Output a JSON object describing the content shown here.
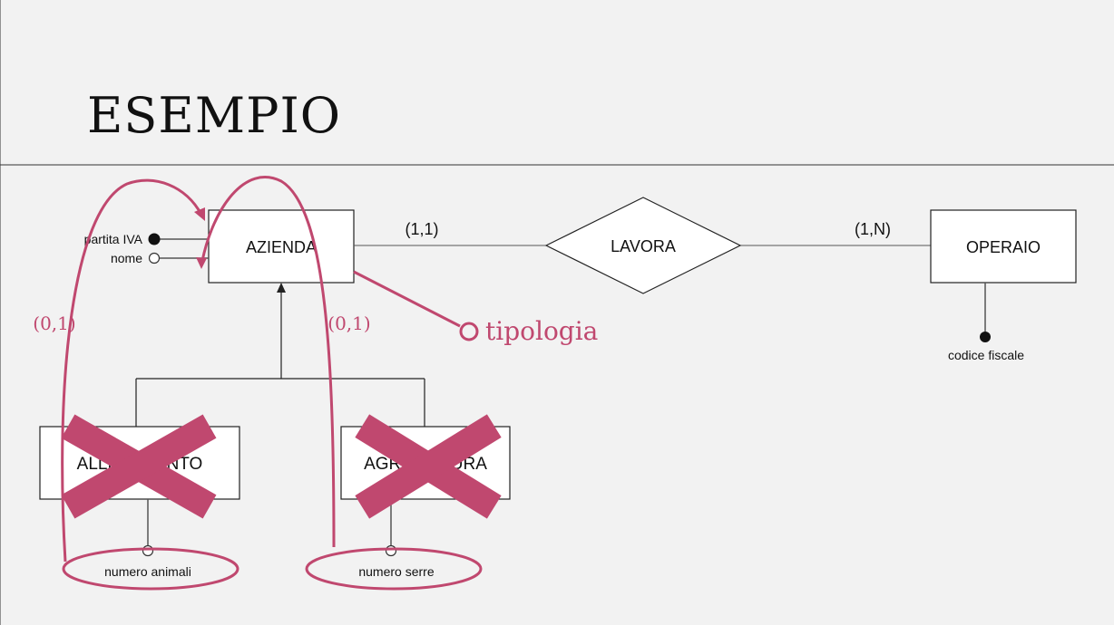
{
  "slide": {
    "title": "ESEMPIO"
  },
  "diagram": {
    "entities": {
      "azienda": "AZIENDA",
      "operaio": "OPERAIO",
      "allevamento": "ALLEVAMENTO",
      "agricoltura": "AGRICOLTURA"
    },
    "relationship": "LAVORA",
    "cardinalities": {
      "azienda_lavora": "(1,1)",
      "operaio_lavora": "(1,N)"
    },
    "attributes": {
      "partita_iva": "partita IVA",
      "nome": "nome",
      "codice_fiscale": "codice fiscale",
      "numero_animali": "numero animali",
      "numero_serre": "numero serre"
    },
    "annotations": {
      "card_animali": "(0,1)",
      "card_serre": "(0,1)",
      "new_attribute": "tipologia"
    },
    "colors": {
      "annotation": "#c0486f",
      "line": "#222222",
      "page": "#f2f2f2"
    }
  }
}
